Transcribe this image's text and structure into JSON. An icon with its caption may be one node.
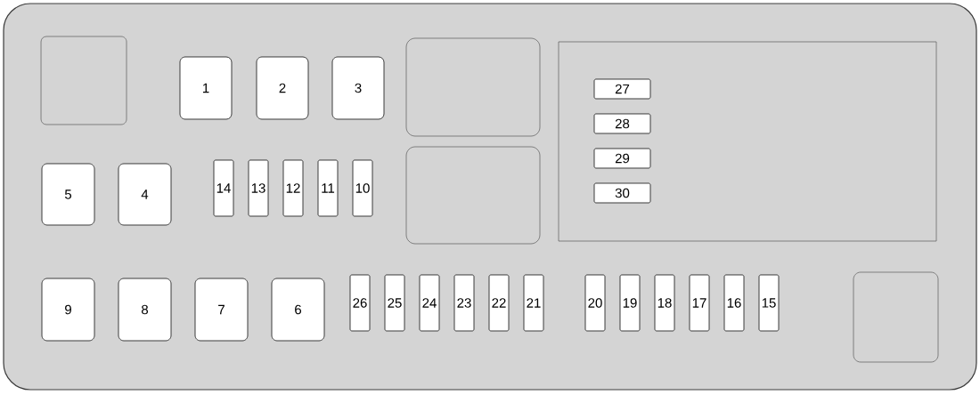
{
  "diagram": {
    "nodes": [
      {
        "text": [],
        "shape": "box"
      },
      {
        "text": [],
        "shape": "box",
        "in": 0
      },
      {
        "text": [
          "1"
        ],
        "in": 0
      },
      {
        "text": [
          "2"
        ],
        "in": 0
      },
      {
        "text": [
          "3"
        ],
        "in": 0
      },
      {
        "text": [],
        "shape": "box",
        "in": 0
      },
      {
        "text": [],
        "shape": "box",
        "in": 0
      },
      {
        "text": [
          "27"
        ],
        "in": 6
      },
      {
        "text": [
          "28"
        ],
        "in": 6
      },
      {
        "text": [
          "29"
        ],
        "in": 6
      },
      {
        "text": [
          "30"
        ],
        "in": 6
      },
      {
        "text": [],
        "shape": "box",
        "in": 0
      },
      {
        "text": [
          "5"
        ],
        "in": 0
      },
      {
        "text": [
          "4"
        ],
        "in": 0
      },
      {
        "text": [
          "14"
        ],
        "in": 0
      },
      {
        "text": [
          "13"
        ],
        "in": 0
      },
      {
        "text": [
          "12"
        ],
        "in": 0
      },
      {
        "text": [
          "11"
        ],
        "in": 0
      },
      {
        "text": [
          "10"
        ],
        "in": 0
      },
      {
        "text": [
          "9"
        ],
        "in": 0
      },
      {
        "text": [
          "8"
        ],
        "in": 0
      },
      {
        "text": [
          "7"
        ],
        "in": 0
      },
      {
        "text": [
          "6"
        ],
        "in": 0
      },
      {
        "text": [
          "26"
        ],
        "in": 0
      },
      {
        "text": [
          "25"
        ],
        "in": 0
      },
      {
        "text": [
          "24"
        ],
        "in": 0
      },
      {
        "text": [
          "23"
        ],
        "in": 0
      },
      {
        "text": [
          "22"
        ],
        "in": 0
      },
      {
        "text": [
          "21"
        ],
        "in": 0
      },
      {
        "text": [
          "20"
        ],
        "in": 0
      },
      {
        "text": [
          "19"
        ],
        "in": 0
      },
      {
        "text": [
          "18"
        ],
        "in": 0
      },
      {
        "text": [
          "17"
        ],
        "in": 0
      },
      {
        "text": [
          "16"
        ],
        "in": 0
      },
      {
        "text": [
          "15"
        ],
        "in": 0
      },
      {
        "text": [],
        "shape": "box",
        "in": 0
      }
    ]
  }
}
